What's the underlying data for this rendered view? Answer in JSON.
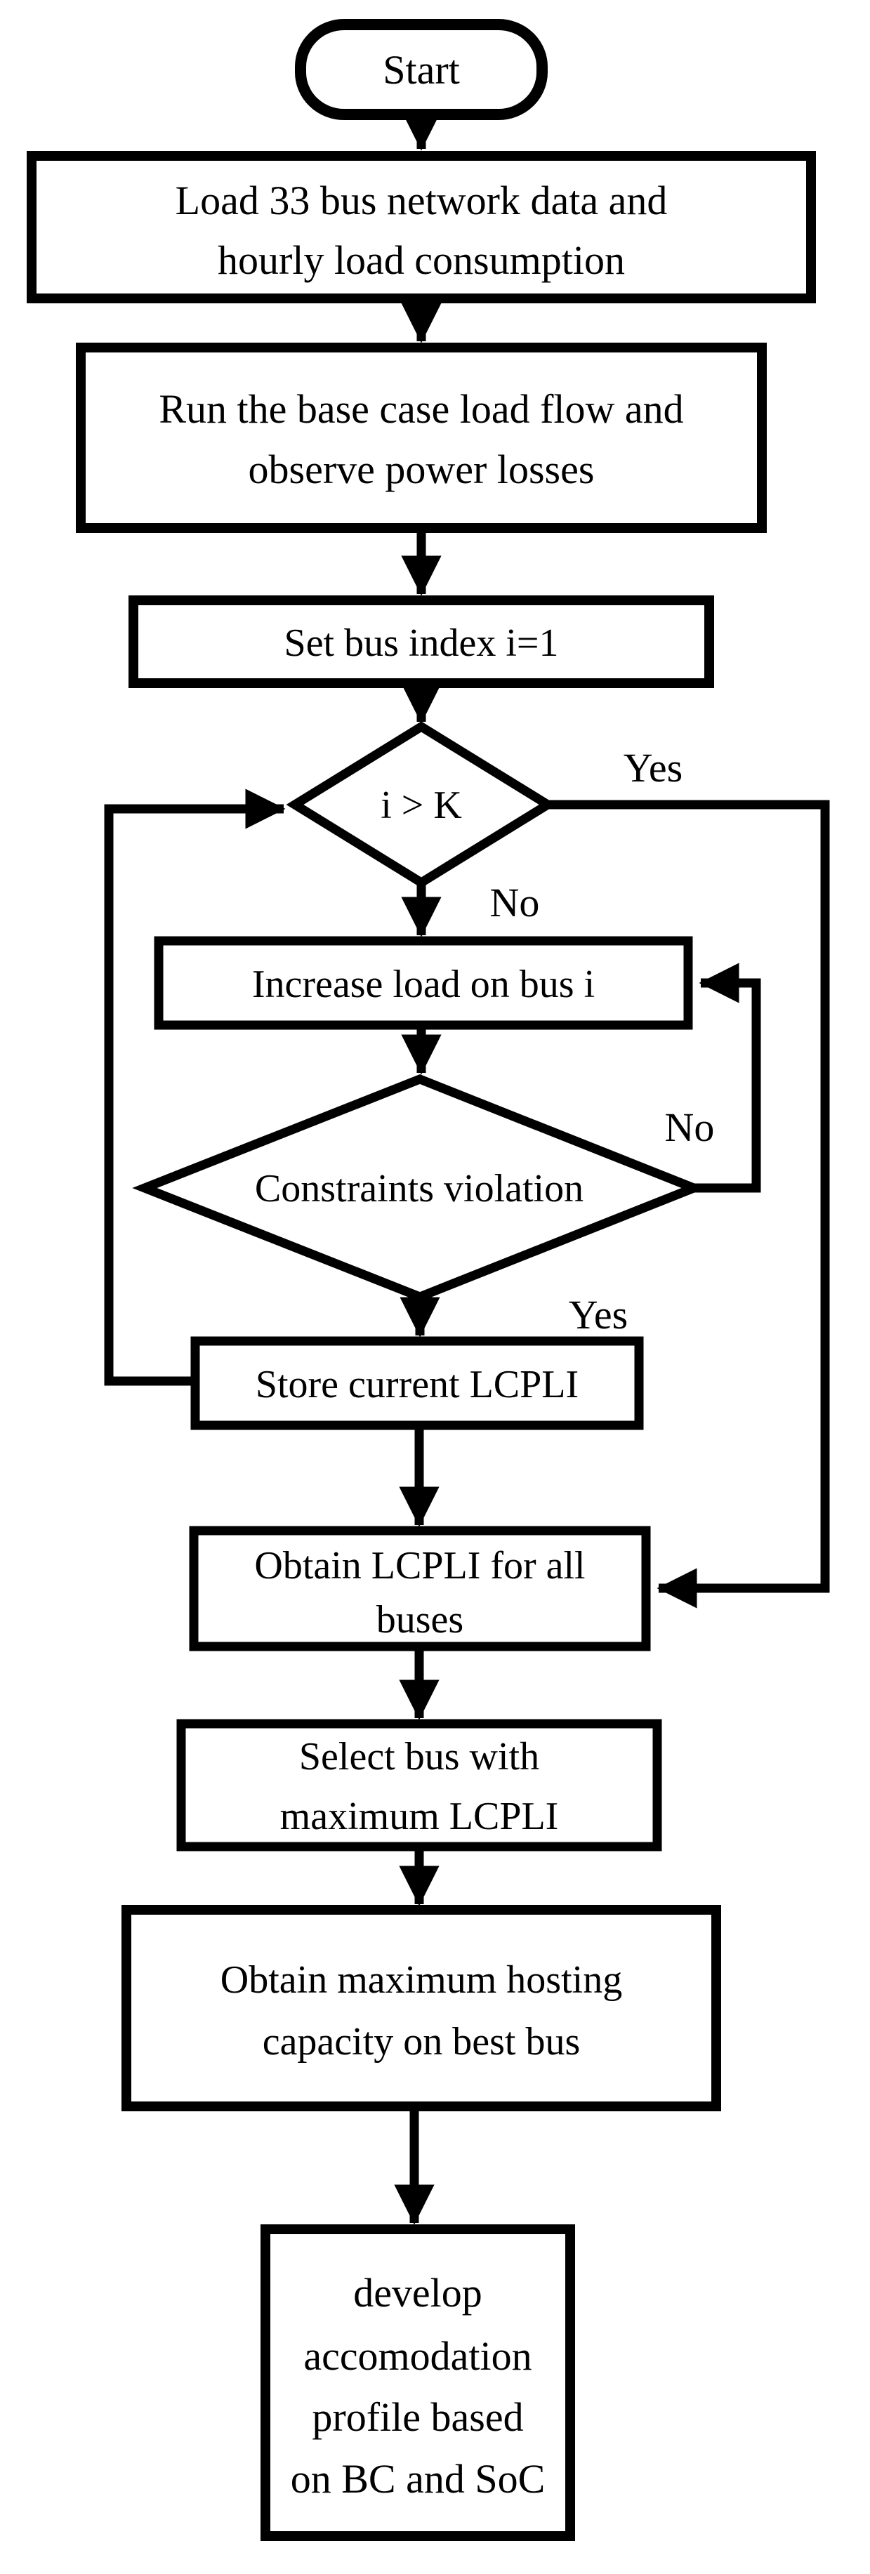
{
  "diagram": {
    "type": "flowchart",
    "colors": {
      "stroke": "#000000",
      "background": "#ffffff"
    },
    "nodes": {
      "start": {
        "shape": "terminator",
        "label": "Start"
      },
      "load_data": {
        "shape": "process",
        "line1": "Load 33 bus network data and",
        "line2": "hourly load consumption"
      },
      "base_case": {
        "shape": "process",
        "line1": "Run the base case load flow and",
        "line2": "observe power losses"
      },
      "set_index": {
        "shape": "process",
        "label": "Set bus index i=1"
      },
      "bus_check": {
        "shape": "decision",
        "label": "i > K"
      },
      "increase_load": {
        "shape": "process",
        "label": "Increase load on bus i"
      },
      "constraints": {
        "shape": "decision",
        "label": "Constraints violation"
      },
      "store_lcpli": {
        "shape": "process",
        "label": "Store current LCPLI"
      },
      "obtain_lcpli": {
        "shape": "process",
        "line1": "Obtain LCPLI for all",
        "line2": "buses"
      },
      "select_bus": {
        "shape": "process",
        "line1": "Select bus with",
        "line2": "maximum LCPLI"
      },
      "hosting_capacity": {
        "shape": "process",
        "line1": "Obtain maximum hosting",
        "line2": "capacity on best bus"
      },
      "accommodation": {
        "shape": "process",
        "line1": "develop",
        "line2": "accomodation",
        "line3": "profile based",
        "line4": "on BC and SoC"
      }
    },
    "edge_labels": {
      "bus_check_yes": "Yes",
      "bus_check_no": "No",
      "constraints_no": "No",
      "constraints_yes": "Yes"
    }
  }
}
